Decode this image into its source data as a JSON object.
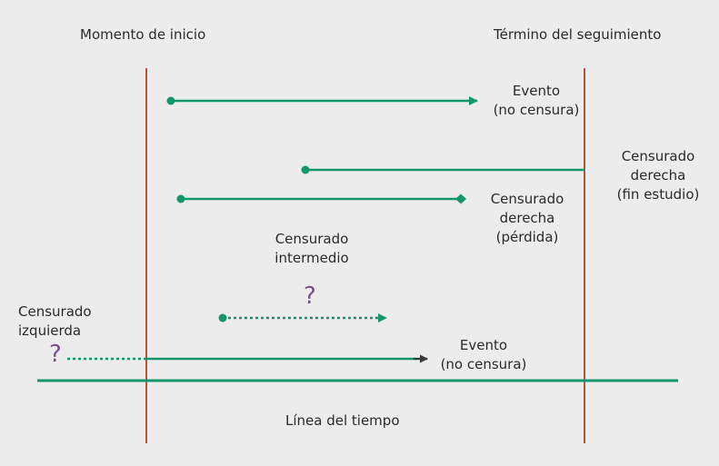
{
  "headers": {
    "start": "Momento de inicio",
    "end": "Término del seguimiento"
  },
  "labels": {
    "evento_1": "Evento\n(no censura)",
    "censurado_derecha_fin": "Censurado\nderecha\n(fin estudio)",
    "censurado_derecha_perdida": "Censurado\nderecha\n(pérdida)",
    "censurado_intermedio": "Censurado\nintermedio",
    "censurado_izquierda": "Censurado\nizquierda",
    "evento_2": "Evento\n(no censura)",
    "question_mark": "?",
    "timeline": "Línea del tiempo"
  },
  "colors": {
    "background": "#ececec",
    "vertical_lines": "#c0532e",
    "arrows": "#13966a",
    "dark_arrow": "#3a3a3a",
    "question_mark": "#7a4d8e",
    "text": "#2a2a2a"
  }
}
